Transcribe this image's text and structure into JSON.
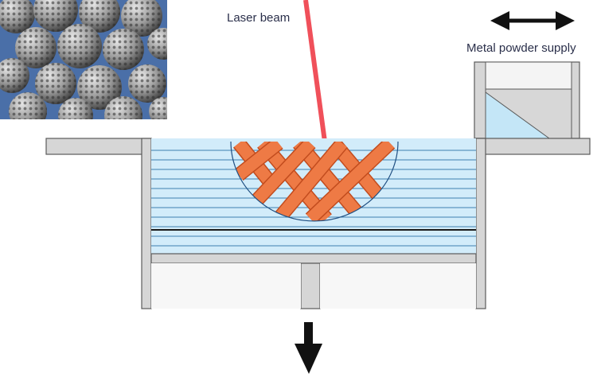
{
  "labels": {
    "laser": "Laser beam",
    "supply": "Metal powder supply"
  },
  "icons": {
    "photo": "porous-metal-spheres-photo",
    "supply_move": "double-headed-arrow-icon",
    "build_down": "down-arrow-icon"
  },
  "colors": {
    "laser": "#f0505a",
    "lattice": "#ee7a45",
    "lattice_stroke": "#c24c1e",
    "powder": "#d2ecfa",
    "layer_line": "#3f7fb0",
    "frame": "#cfcfcf",
    "frame_stroke": "#5a5a5a",
    "arrow": "#111111"
  }
}
